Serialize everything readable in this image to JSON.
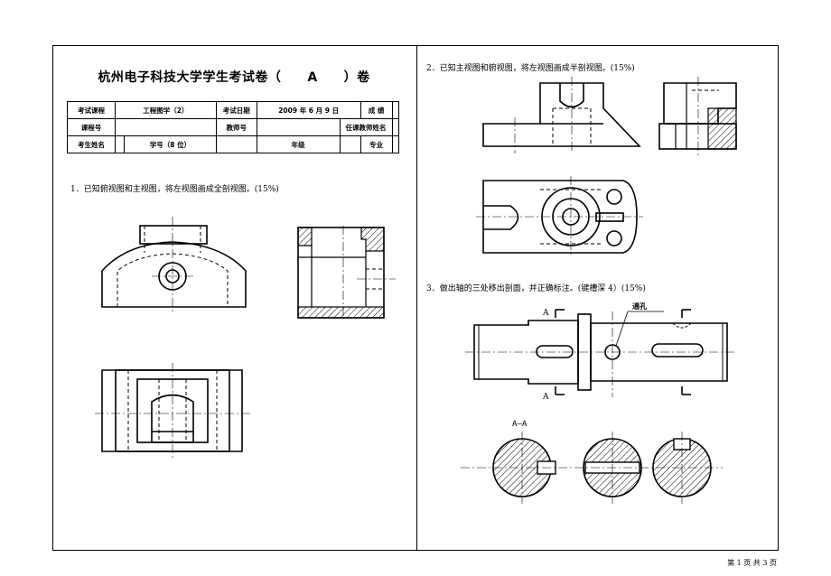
{
  "header": {
    "title": "杭州电子科技大学学生考试卷（　　A　　）卷"
  },
  "info_table": {
    "r1": [
      "考试课程",
      "工程图学（2）",
      "考试日期",
      "2009 年 6 月 9 日",
      "成 绩",
      ""
    ],
    "r2": [
      "课程号",
      "",
      "教师号",
      "",
      "任课教师姓名",
      ""
    ],
    "r3": [
      "考生姓名",
      "",
      "学号（8 位）",
      "",
      "年级",
      "",
      "专业",
      ""
    ]
  },
  "questions": {
    "q1": "1．已知俯视图和主视图，将左视图画成全剖视图。(15%)",
    "q2": "2．已知主视图和俯视图，将左视图画成半剖视图。(15%)",
    "q3": "3．做出轴的三处移出剖面，并正确标注。(键槽深 4）(15%)"
  },
  "drawing_labels": {
    "section_a_top": "A",
    "section_a_bottom": "A",
    "through_hole": "通孔",
    "section_title": "A–A"
  },
  "footer": "第 1 页 共 3 页"
}
